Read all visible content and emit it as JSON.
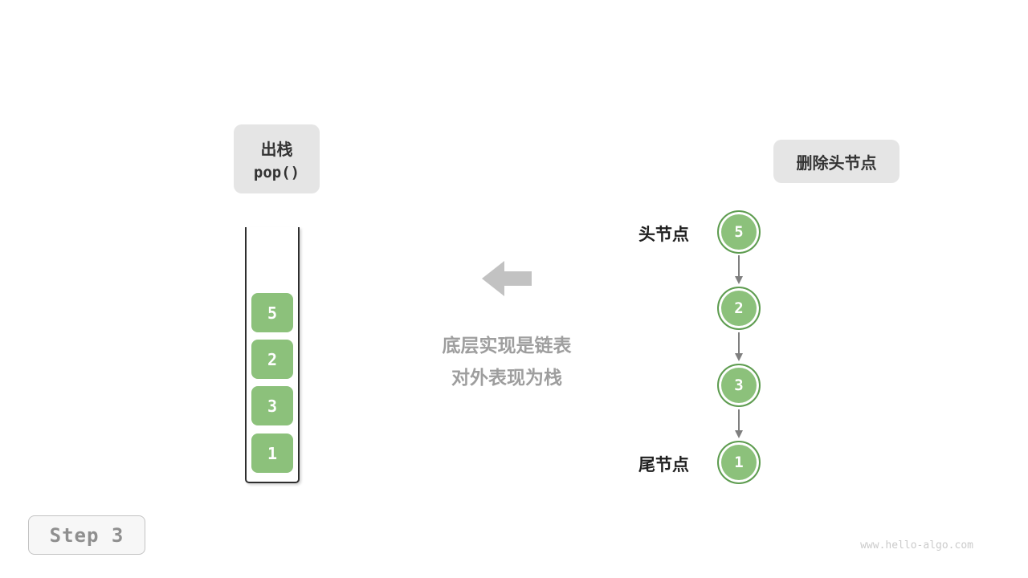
{
  "page": {
    "background": "#FFFFFF",
    "watermark": "www.hello-algo.com"
  },
  "step_badge": {
    "label": "Step 3"
  },
  "pop_label": {
    "title": "出栈",
    "code": "pop()"
  },
  "delete_head_label": {
    "text": "删除头节点"
  },
  "center_note": {
    "line1": "底层实现是链表",
    "line2": "对外表现为栈",
    "arrow_icon": "left-block-arrow"
  },
  "stack": {
    "items": [
      "5",
      "2",
      "3",
      "1"
    ]
  },
  "linked_list": {
    "head_label": "头节点",
    "tail_label": "尾节点",
    "nodes": [
      "5",
      "2",
      "3",
      "1"
    ],
    "arrow_icon": "down-arrow"
  },
  "colors": {
    "node_green": "#8CC17B",
    "node_border_green": "#5E9C50",
    "label_gray_bg": "#E5E5E5",
    "muted_text": "#9E9E9E",
    "arrow_gray": "#C2C2C2",
    "dark_text": "#333333"
  }
}
